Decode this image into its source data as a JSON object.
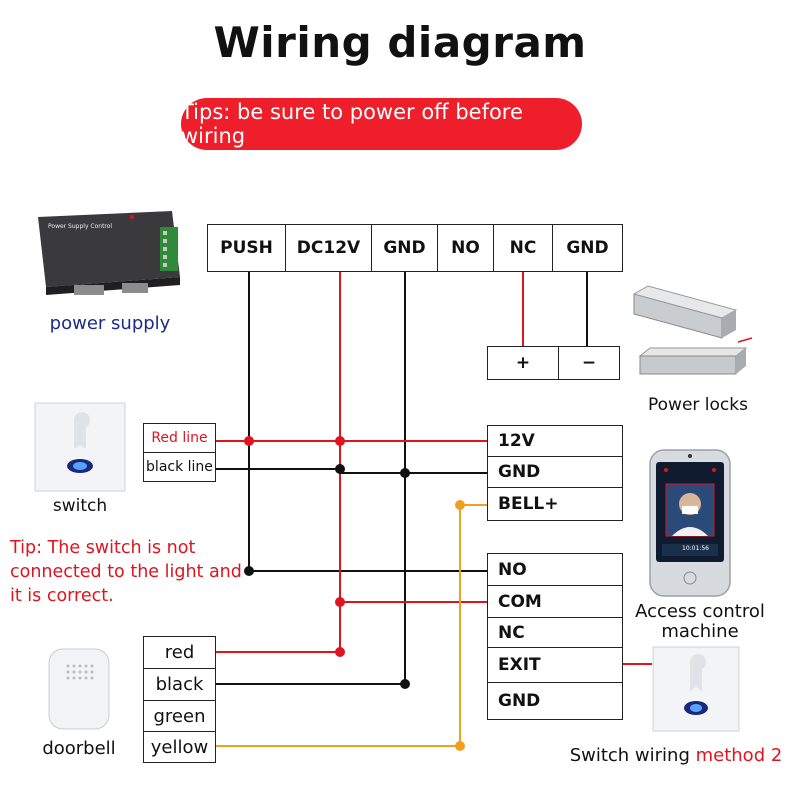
{
  "title": "Wiring diagram",
  "tips_banner": "Tips: be sure to power off before wiring",
  "power_supply": {
    "caption": "power supply",
    "device_label": "Power Supply Control",
    "terminals": [
      "PUSH",
      "DC12V",
      "GND",
      "NO",
      "NC",
      "GND"
    ]
  },
  "power_locks": {
    "caption": "Power locks",
    "terminals": [
      "+",
      "−"
    ]
  },
  "switch_device": {
    "caption": "switch",
    "wires": [
      "Red line",
      "black line"
    ]
  },
  "switch_tip": "Tip: The switch is not connected to the light and it is correct.",
  "access_control": {
    "caption": "Access control machine",
    "screen_time": "10:01:56",
    "terminals_top": [
      "12V",
      "GND",
      "BELL+"
    ],
    "terminals_bottom": [
      "NO",
      "COM",
      "NC",
      "EXIT",
      "GND"
    ]
  },
  "doorbell": {
    "caption": "doorbell",
    "wires": [
      "red",
      "black",
      "green",
      "yellow"
    ]
  },
  "method2": {
    "caption_prefix": "Switch wiring ",
    "caption_highlight": "method 2"
  },
  "colors": {
    "red_wire": "#e0141e",
    "black_wire": "#111111",
    "yellow_wire": "#f0a020",
    "banner": "#ef1e2b"
  }
}
